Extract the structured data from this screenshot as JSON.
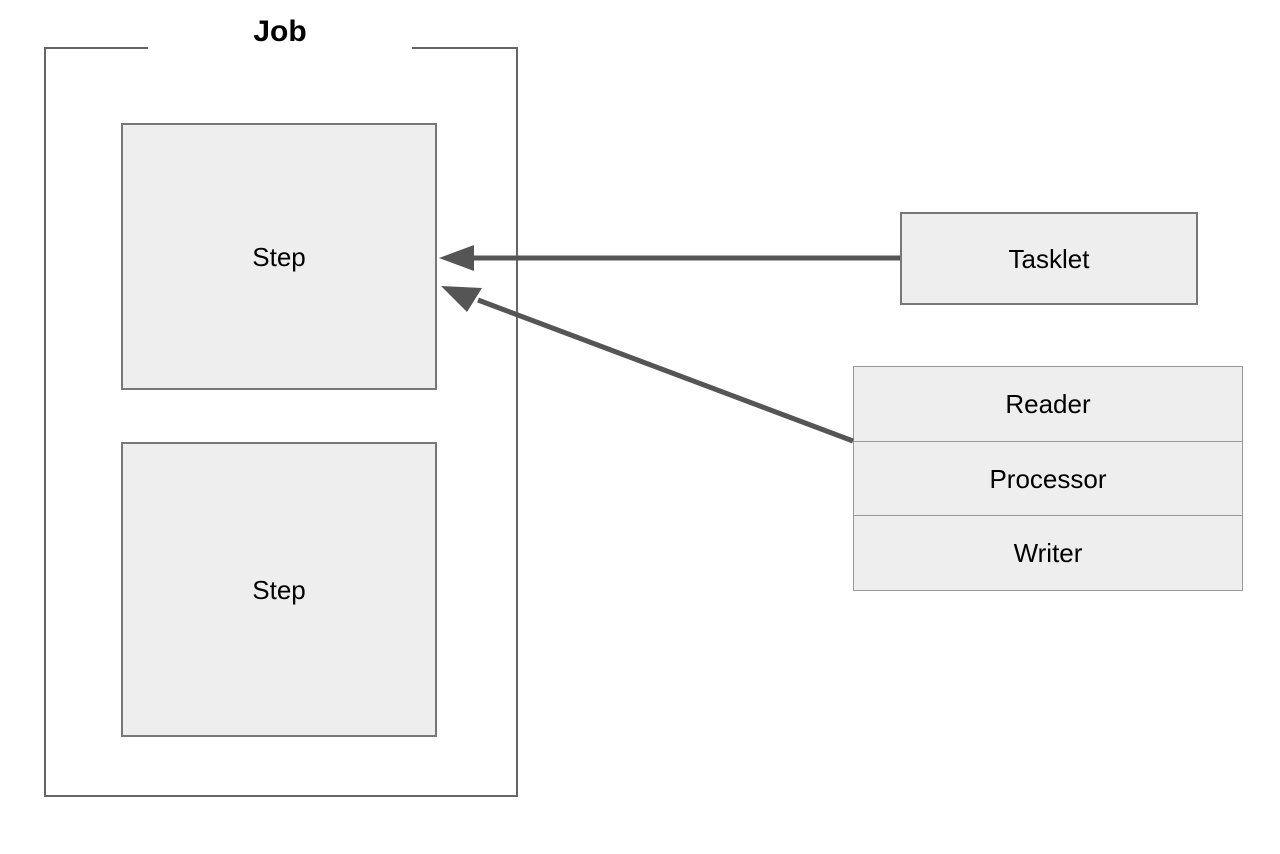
{
  "diagram": {
    "title": "Job",
    "background_color": "#ffffff",
    "box_fill_color": "#eeeeee",
    "box_border_color": "#777777",
    "stack_border_color": "#999999",
    "connector_color": "#555555",
    "container_border_color": "#666666",
    "text_color": "#000000"
  },
  "job": {
    "label": "Job",
    "steps": [
      {
        "label": "Step"
      },
      {
        "label": "Step"
      }
    ]
  },
  "implementations": {
    "tasklet": {
      "label": "Tasklet"
    },
    "chunk": {
      "rows": [
        {
          "label": "Reader"
        },
        {
          "label": "Processor"
        },
        {
          "label": "Writer"
        }
      ]
    }
  },
  "connectors": [
    {
      "name": "tasklet-to-step",
      "from": "Tasklet",
      "to": "Step",
      "style": "solid-arrow",
      "direction": "right-to-left"
    },
    {
      "name": "chunk-to-step",
      "from": "Reader/Processor/Writer",
      "to": "Step",
      "style": "solid-arrow",
      "direction": "diagonal-right-to-left"
    }
  ]
}
